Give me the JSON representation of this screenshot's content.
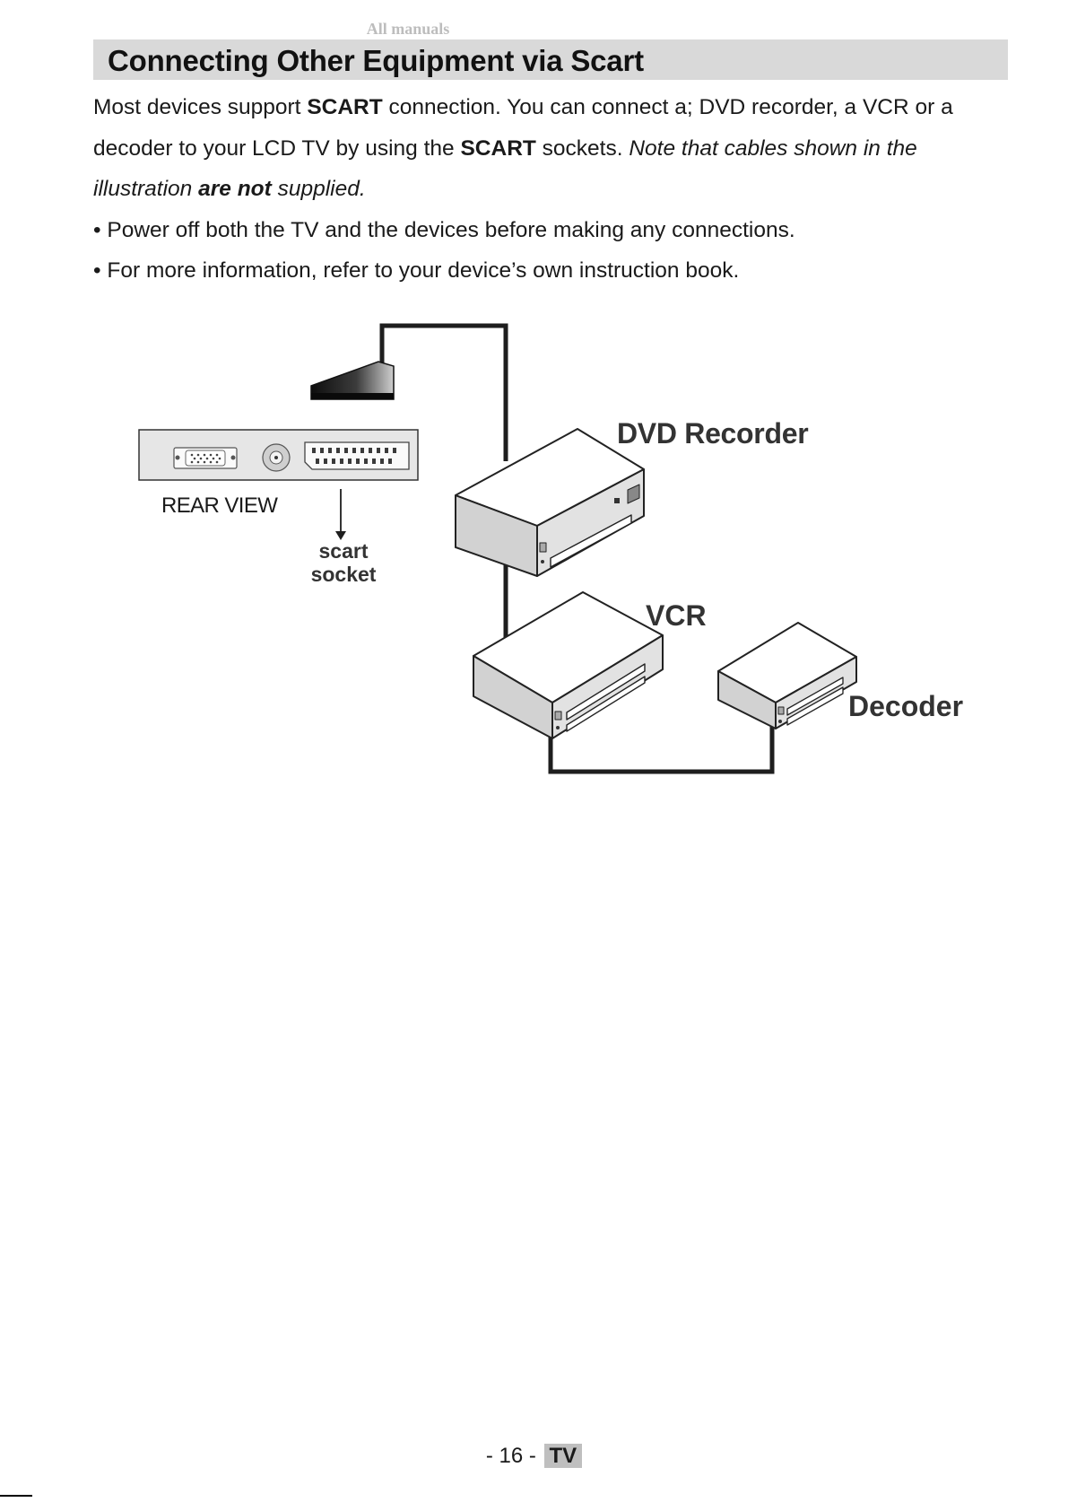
{
  "watermark": "All manuals",
  "section": {
    "title": "Connecting Other Equipment via Scart"
  },
  "intro": {
    "part1": "Most devices support ",
    "scart1": "SCART",
    "part2": " connection. You can connect a; DVD recorder, a VCR or a decoder to your LCD TV by using the ",
    "scart2": "SCART",
    "part3": " sockets. ",
    "note_part1": "Note that cables shown in the illustration ",
    "note_emph": "are not",
    "note_part2": " supplied."
  },
  "bullets": [
    {
      "marker": "•",
      "text": "Power off both the TV and the devices before making any connections."
    },
    {
      "marker": "•",
      "text": "For more information, refer to your device’s own instruction book."
    }
  ],
  "diagram": {
    "rear_view_label": "REAR VIEW",
    "scart_label_line1": "scart",
    "scart_label_line2": "socket",
    "dvd_label": "DVD Recorder",
    "vcr_label": "VCR",
    "decoder_label": "Decoder"
  },
  "footer": {
    "page_prefix": "- 16 - ",
    "page_tag": "TV"
  }
}
